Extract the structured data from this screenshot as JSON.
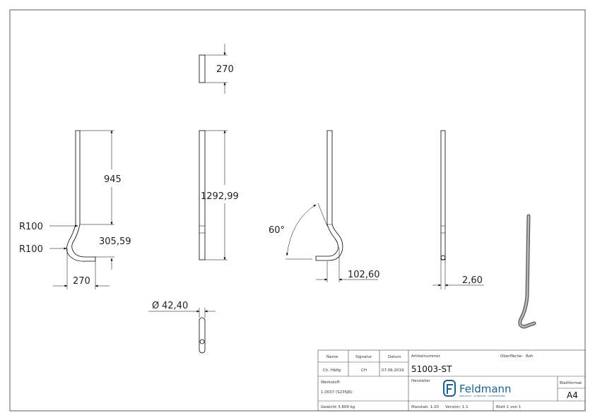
{
  "drawing": {
    "top_view": {
      "dim_length": "270"
    },
    "side_view_left": {
      "dim_straight": "945",
      "radius_upper": "R100",
      "radius_lower": "R100",
      "dim_offset": "305,59",
      "dim_width": "270"
    },
    "front_view": {
      "dim_total_length": "1292,99"
    },
    "side_view_right": {
      "angle": "60°",
      "dim_offset": "102,60"
    },
    "edge_view": {
      "dim_wall": "2,60"
    },
    "bottom_view": {
      "dim_diameter": "42,40",
      "diameter_symbol": "Ø"
    }
  },
  "title_block": {
    "name_label": "Name",
    "signature_label": "Signatur",
    "date_label": "Datum",
    "name_value": "Ch. Häfig",
    "signature_value": "CH",
    "date_value": "07.06.2019",
    "article_label": "Artikelnummer",
    "surface_label": "Oberfläche:",
    "surface_value": "Roh",
    "article_number": "51003-ST",
    "material_label": "Werkstoff:",
    "material_value": "1.0037 (S235JR)",
    "manufacturer_label": "Hersteller",
    "logo_text": "Feldmann",
    "logo_tagline": "EDELSTAHL · ALUMINIUM · SCHMIEDEEISEN",
    "logo_color": "#1f5f8b",
    "format_label": "Blattformat",
    "format_value": "A4",
    "weight": "Gewicht 3.809 kg",
    "scale": "Masstab: 1:20",
    "version": "Version: 1.1",
    "sheet": "Blatt 1 von 1"
  }
}
